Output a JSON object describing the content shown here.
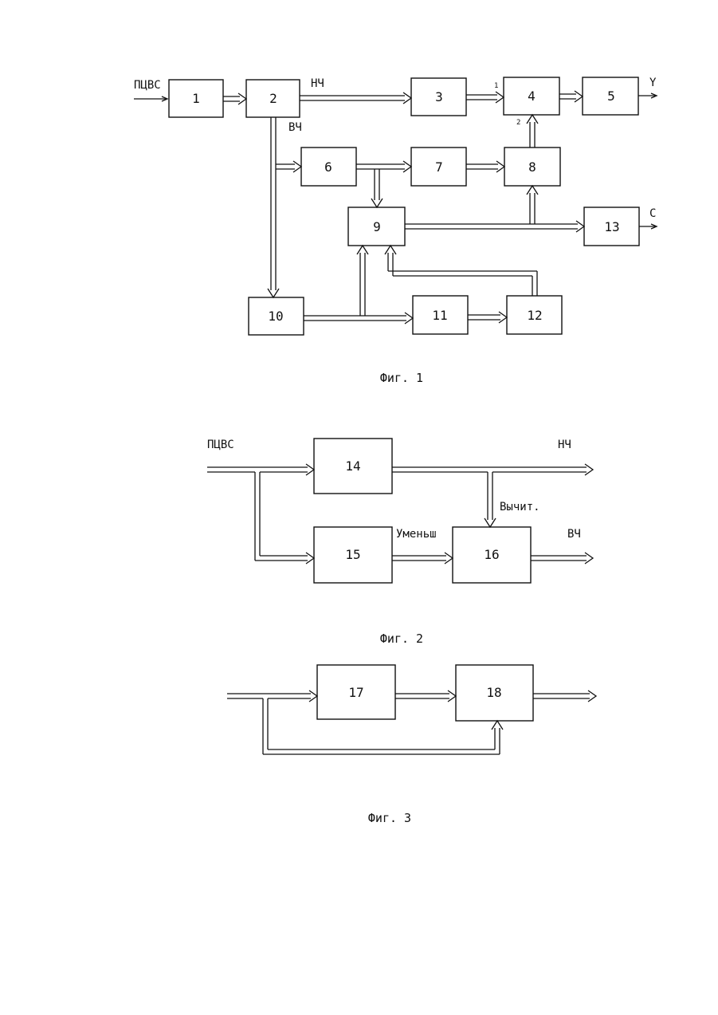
{
  "fig1": {
    "caption": "Фиг. 1",
    "blocks": {
      "b1": "1",
      "b2": "2",
      "b3": "3",
      "b4": "4",
      "b5": "5",
      "b6": "6",
      "b7": "7",
      "b8": "8",
      "b9": "9",
      "b10": "10",
      "b11": "11",
      "b12": "12",
      "b13": "13"
    },
    "labels": {
      "input": "ПЦВС",
      "lf": "НЧ",
      "hf": "ВЧ",
      "out_y": "Y",
      "out_c": "C",
      "port1": "1",
      "port2": "2"
    }
  },
  "fig2": {
    "caption": "Фиг. 2",
    "blocks": {
      "b14": "14",
      "b15": "15",
      "b16": "16"
    },
    "labels": {
      "input": "ПЦВС",
      "lf": "НЧ",
      "hf": "ВЧ",
      "subtract": "Вычит.",
      "reduce": "Уменьш"
    }
  },
  "fig3": {
    "caption": "Фиг. 3",
    "blocks": {
      "b17": "17",
      "b18": "18"
    }
  }
}
